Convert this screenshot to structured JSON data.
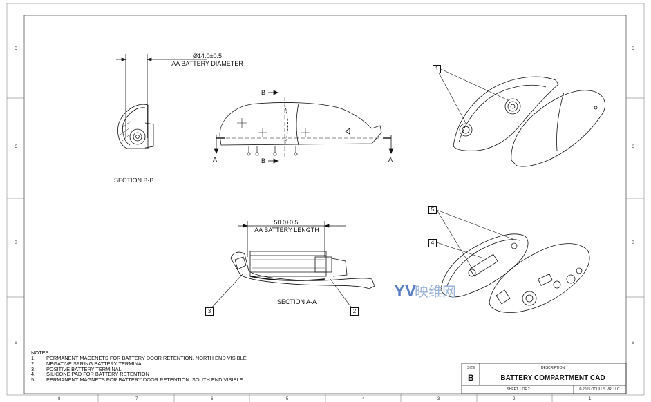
{
  "zones": {
    "left": [
      "D",
      "C",
      "B",
      "A"
    ],
    "right": [
      "D",
      "C",
      "B",
      "A"
    ],
    "bottom": [
      "8",
      "7",
      "6",
      "5",
      "4",
      "3",
      "2",
      "1"
    ]
  },
  "dimensions": {
    "diameter_value": "Ø14.0±0.5",
    "diameter_label": "AA BATTERY DIAMETER",
    "length_value": "50.0±0.5",
    "length_label": "AA BATTERY LENGTH"
  },
  "sections": {
    "bb_label": "SECTION B-B",
    "aa_label": "SECTION A-A",
    "cut_a": "A",
    "cut_b": "B"
  },
  "callouts": [
    "1",
    "2",
    "3",
    "4",
    "5"
  ],
  "notes": {
    "heading": "NOTES:",
    "items": [
      {
        "num": "1.",
        "text": "PERMANENT MAGENETS FOR BATTERY DOOR RETENTION. NORTH END VISIBLE."
      },
      {
        "num": "2.",
        "text": "NEGATIVE SPRING BATTERY TERMINAL"
      },
      {
        "num": "3.",
        "text": "POSITIVE BATTERY TERMINAL"
      },
      {
        "num": "4.",
        "text": "SILICONE PAD FOR BATTERY RETENTION"
      },
      {
        "num": "5.",
        "text": "PERMANENT MAGNETS FOR BATTERY DOOR RETENTION. SOUTH END VISIBLE."
      }
    ]
  },
  "title_block": {
    "size_label": "SIZE",
    "size_value": "B",
    "description_label": "DESCRIPTION",
    "title": "BATTERY COMPARTMENT CAD",
    "sheet": "SHEET 1 OF 2",
    "copyright": "© 2015 OCULUS VR, LLC."
  },
  "watermark": {
    "logo": "YV",
    "text": "映维网"
  },
  "colors": {
    "line": "#111111",
    "watermark": "#9ab3d8"
  }
}
